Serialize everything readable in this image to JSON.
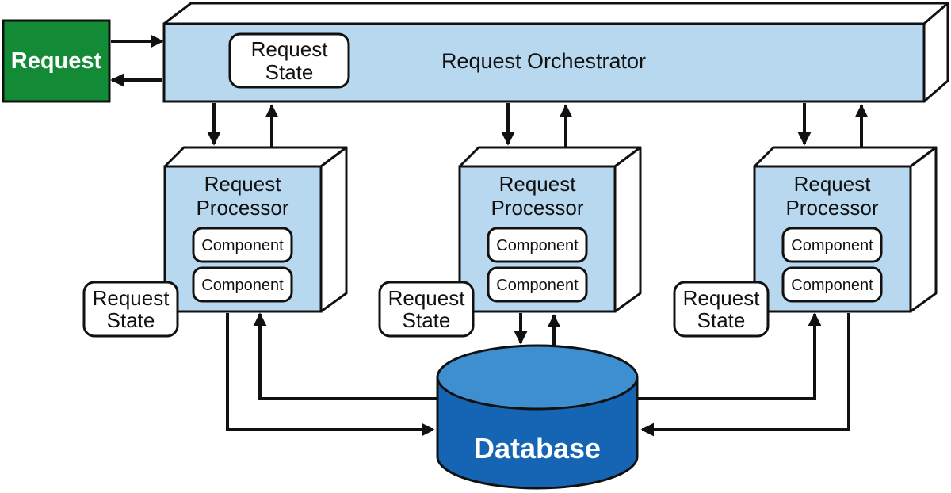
{
  "colors": {
    "box_fill": "#b8d8f0",
    "box_side": "#ffffff",
    "stroke": "#111111",
    "request_green": "#138a36",
    "db_top": "#3d8fd0",
    "db_body": "#1565b4",
    "text": "#111111",
    "white": "#ffffff"
  },
  "request_box": {
    "label": "Request"
  },
  "orchestrator": {
    "label": "Request Orchestrator",
    "state_line1": "Request",
    "state_line2": "State"
  },
  "processors": [
    {
      "title_line1": "Request",
      "title_line2": "Processor",
      "components": [
        "Component",
        "Component"
      ],
      "state_line1": "Request",
      "state_line2": "State"
    },
    {
      "title_line1": "Request",
      "title_line2": "Processor",
      "components": [
        "Component",
        "Component"
      ],
      "state_line1": "Request",
      "state_line2": "State"
    },
    {
      "title_line1": "Request",
      "title_line2": "Processor",
      "components": [
        "Component",
        "Component"
      ],
      "state_line1": "Request",
      "state_line2": "State"
    }
  ],
  "database": {
    "label": "Database"
  },
  "icons": {
    "arrow": "arrow-icon",
    "database": "database-cylinder-icon"
  }
}
